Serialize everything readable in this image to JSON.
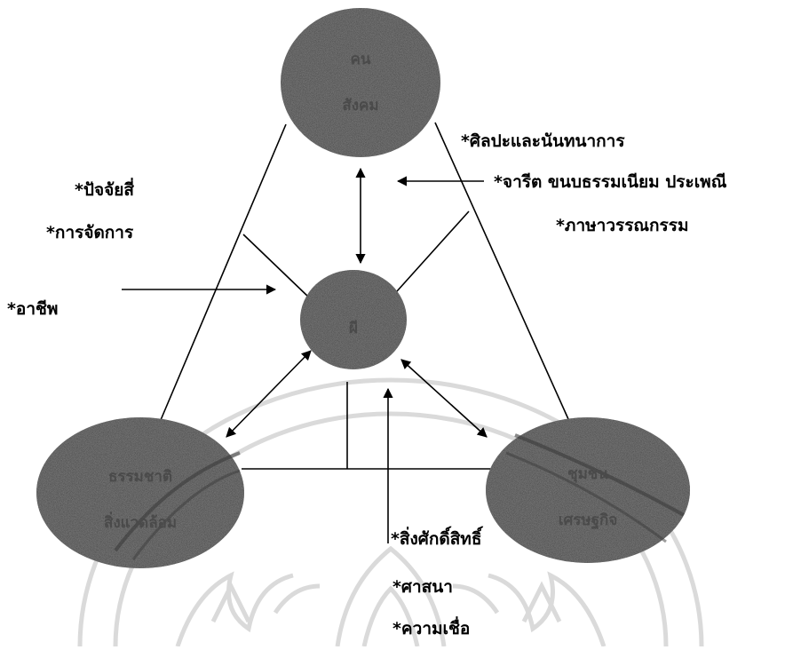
{
  "colors": {
    "ink": "#000000",
    "node_fill": "#4f4f4f",
    "node_text": "#4a4a4a",
    "watermark": "#d6d6d6"
  },
  "nodes": {
    "top": {
      "line1": "คน",
      "line2": "สังคม"
    },
    "center": {
      "label": "ผี"
    },
    "bottom_left": {
      "line1": "ธรรมชาติ",
      "line2": "สิ่งแวดล้อม"
    },
    "bottom_right": {
      "line1": "ชุมชน",
      "line2": "เศรษฐกิจ"
    }
  },
  "left_factors": {
    "item1": "*ปัจจัยสี่",
    "item2": "*การจัดการ",
    "item3": "*อาชีพ"
  },
  "right_factors": {
    "item1": "*ศิลปะและนันทนาการ",
    "item2": "*จารีต ขนบธรรมเนียม ประเพณี",
    "item3": "*ภาษาวรรณกรรม"
  },
  "bottom_factors": {
    "item1": "*สิ่งศักดิ์สิทธิ์",
    "item2": "*ศาสนา",
    "item3": "*ความเชื่อ"
  },
  "watermark": {
    "icon": "university-emblem-watermark"
  }
}
